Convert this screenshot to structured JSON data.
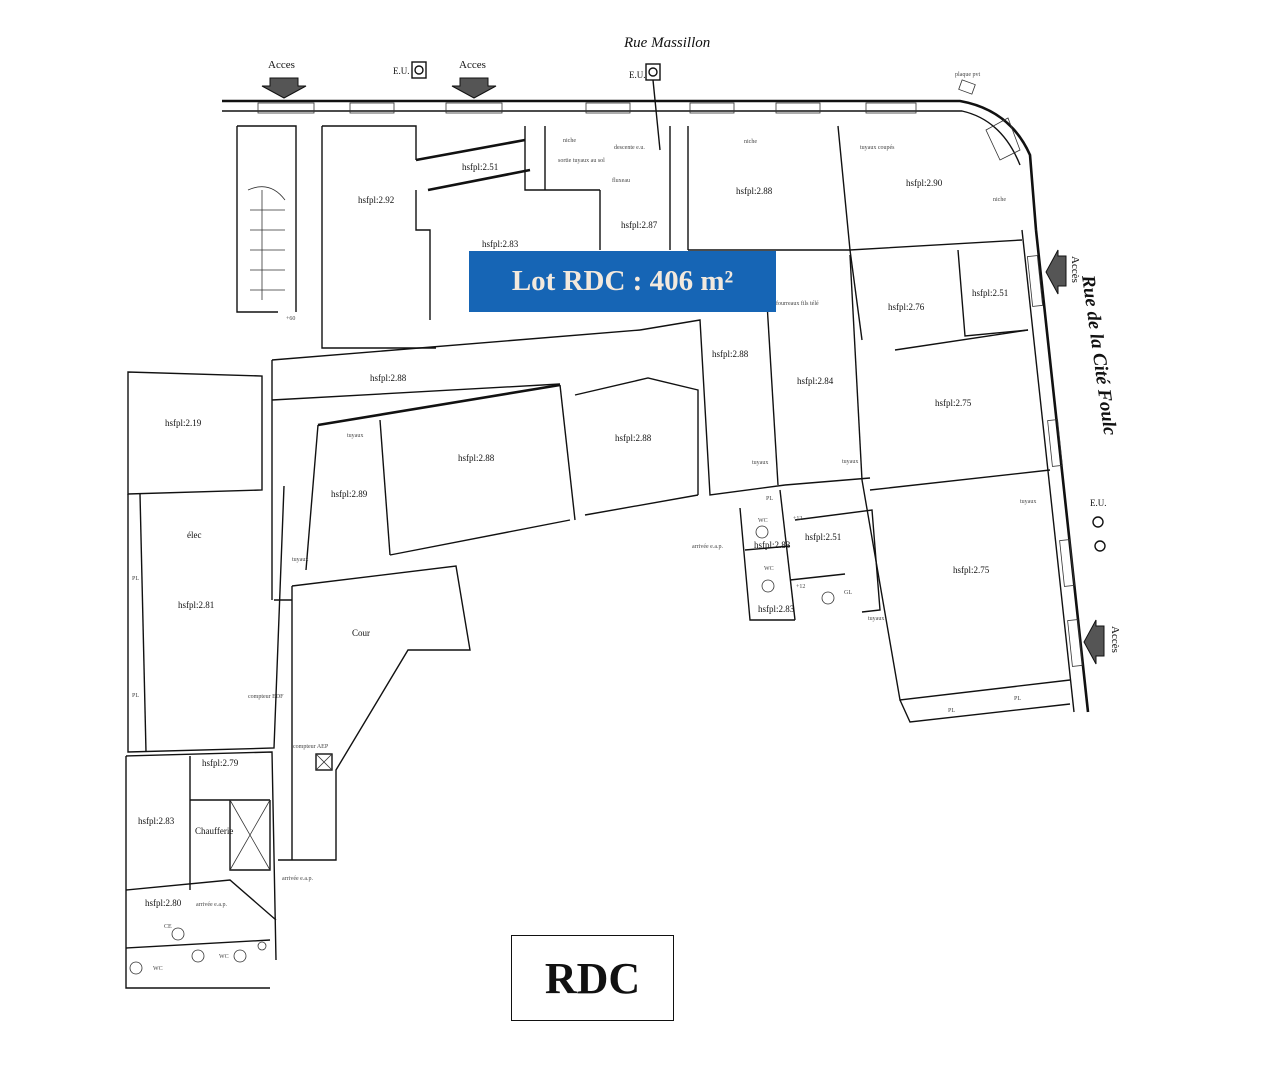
{
  "streets": {
    "north": "Rue Massillon",
    "east": "Rue de la Cité Foulc"
  },
  "access_labels": [
    "Acces",
    "Acces",
    "Accès",
    "Accès"
  ],
  "utility_labels": {
    "eu_1": "E.U.",
    "eu_2": "E.U.",
    "eu_3": "E.U.",
    "plaque": "plaque pvt"
  },
  "lot_banner": "Lot RDC : 406 m²",
  "level_label": "RDC",
  "rooms": [
    {
      "id": "r1",
      "label": "hsfpl:2.92"
    },
    {
      "id": "r2",
      "label": "hsfpl:2.51"
    },
    {
      "id": "r3",
      "label": "hsfpl:2.83"
    },
    {
      "id": "r4",
      "label": "hsfpl:2.87"
    },
    {
      "id": "r5",
      "label": "hsfpl:2.88"
    },
    {
      "id": "r6",
      "label": "hsfpl:2.90"
    },
    {
      "id": "r7",
      "label": "hsfpl:2.76"
    },
    {
      "id": "r8",
      "label": "hsfpl:2.51"
    },
    {
      "id": "r9",
      "label": "hsfpl:2.88"
    },
    {
      "id": "r10",
      "label": "hsfpl:2.84"
    },
    {
      "id": "r11",
      "label": "hsfpl:2.75"
    },
    {
      "id": "r12",
      "label": "hsfpl:2.19"
    },
    {
      "id": "r13",
      "label": "hsfpl:2.88"
    },
    {
      "id": "r14",
      "label": "hsfpl:2.88"
    },
    {
      "id": "r15",
      "label": "hsfpl:2.88"
    },
    {
      "id": "r16",
      "label": "hsfpl:2.89"
    },
    {
      "id": "r17",
      "label": "hsfpl:2.81"
    },
    {
      "id": "r18",
      "label": "hsfpl:2.75"
    },
    {
      "id": "r19",
      "label": "hsfpl:2.51"
    },
    {
      "id": "r20",
      "label": "hsfpl:2.83"
    },
    {
      "id": "r21",
      "label": "hsfpl:2.83"
    },
    {
      "id": "r22",
      "label": "hsfpl:2.79"
    },
    {
      "id": "r23",
      "label": "hsfpl:2.83"
    },
    {
      "id": "r24",
      "label": "hsfpl:2.80"
    }
  ],
  "annotations": [
    {
      "id": "a1",
      "text": "niche"
    },
    {
      "id": "a2",
      "text": "descente e.u."
    },
    {
      "id": "a3",
      "text": "sortie tuyaux au sol"
    },
    {
      "id": "a4",
      "text": "fluxeau"
    },
    {
      "id": "a5",
      "text": "niche"
    },
    {
      "id": "a6",
      "text": "tuyaux coupés"
    },
    {
      "id": "a7",
      "text": "niche"
    },
    {
      "id": "a8",
      "text": "fourreaux fils télé"
    },
    {
      "id": "a9",
      "text": "tuyaux"
    },
    {
      "id": "a10",
      "text": "élec"
    },
    {
      "id": "a11",
      "text": "tuyaux"
    },
    {
      "id": "a12",
      "text": "Cour"
    },
    {
      "id": "a13",
      "text": "compteur EDF"
    },
    {
      "id": "a14",
      "text": "compteur AEP"
    },
    {
      "id": "a15",
      "text": "Chaufferie"
    },
    {
      "id": "a16",
      "text": "arrivée e.a.p."
    },
    {
      "id": "a17",
      "text": "arrivée e.a.p."
    },
    {
      "id": "a18",
      "text": "arrivée e.a.p."
    },
    {
      "id": "a19",
      "text": "tuyaux"
    },
    {
      "id": "a20",
      "text": "tuyaux"
    },
    {
      "id": "a21",
      "text": "tuyaux"
    },
    {
      "id": "a22",
      "text": "tuyaux"
    },
    {
      "id": "a23",
      "text": "PL"
    },
    {
      "id": "a24",
      "text": "PL"
    },
    {
      "id": "a25",
      "text": "PL"
    },
    {
      "id": "a26",
      "text": "PL"
    },
    {
      "id": "a27",
      "text": "PL"
    },
    {
      "id": "a28",
      "text": "WC"
    },
    {
      "id": "a29",
      "text": "WC"
    },
    {
      "id": "a30",
      "text": "WC"
    },
    {
      "id": "a31",
      "text": "WC"
    },
    {
      "id": "a32",
      "text": "+12"
    },
    {
      "id": "a33",
      "text": "+12"
    },
    {
      "id": "a34",
      "text": "+60"
    },
    {
      "id": "a35",
      "text": "GL"
    },
    {
      "id": "a36",
      "text": "CE"
    }
  ]
}
